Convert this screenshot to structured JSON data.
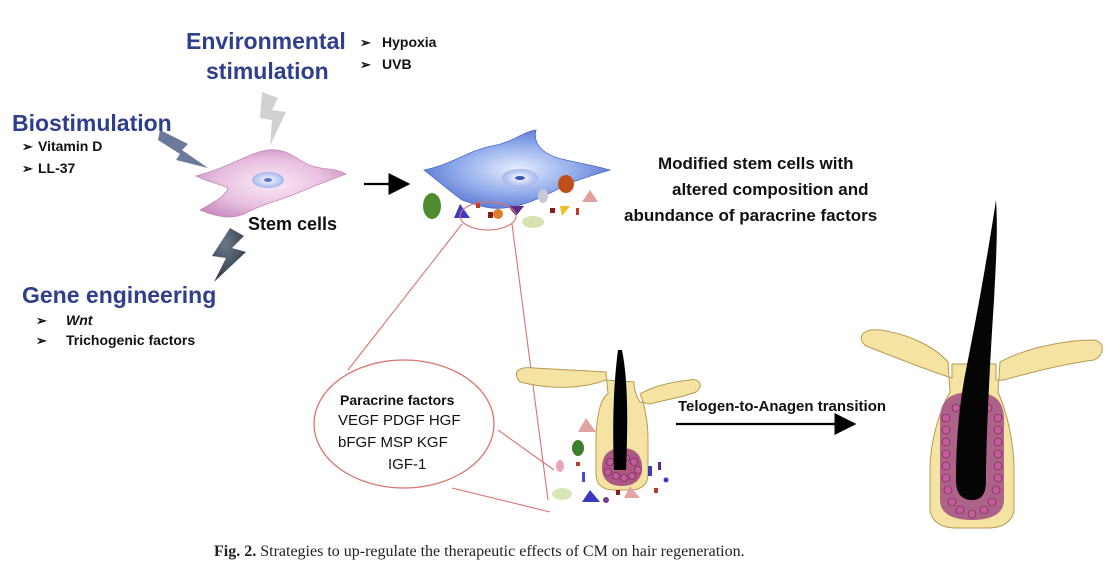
{
  "environmental": {
    "title_line1": "Environmental",
    "title_line2": "stimulation",
    "items": [
      "Hypoxia",
      "UVB"
    ]
  },
  "biostimulation": {
    "title": "Biostimulation",
    "items": [
      "Vitamin D",
      "LL-37"
    ]
  },
  "gene_engineering": {
    "title": "Gene engineering",
    "items": [
      "Wnt",
      "Trichogenic factors"
    ]
  },
  "stem_cells_label": "Stem cells",
  "modified": {
    "line1": "Modified stem cells with",
    "line2": "altered composition and",
    "line3": "abundance of paracrine factors"
  },
  "paracrine": {
    "title": "Paracrine factors",
    "line1": "VEGF PDGF HGF",
    "line2": "bFGF MSP KGF",
    "line3": "IGF-1"
  },
  "transition_label": "Telogen-to-Anagen transition",
  "bullet_glyph": "➢",
  "caption": {
    "label": "Fig. 2.",
    "text": "Strategies to up-regulate the therapeutic effects of CM on hair regeneration."
  },
  "colors": {
    "heading_blue": "#2f3f8c",
    "stem_cell_pink": "#e2b3d6",
    "modified_cell_blue": "#5f7fd6",
    "follicle_yellow": "#f4e3a3",
    "bulb_purple": "#9e3f7c",
    "zoom_lines_red": "#d9746f"
  },
  "icons": [
    "lightning-bolt-icon",
    "arrow-right-icon",
    "bullet-arrow-icon"
  ]
}
